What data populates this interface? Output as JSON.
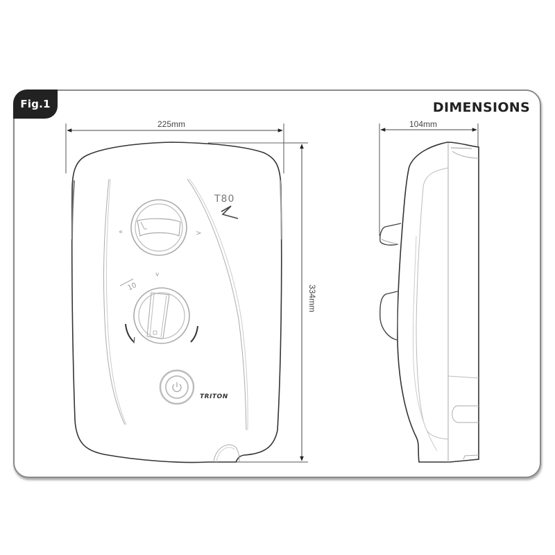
{
  "figure": {
    "label": "Fig.1",
    "title": "DIMENSIONS"
  },
  "dimensions": {
    "width": "225mm",
    "height": "334mm",
    "depth": "104mm"
  },
  "front_view": {
    "model_label": "T80",
    "brand_label": "TRITON",
    "controls": [
      {
        "name": "temperature-knob"
      },
      {
        "name": "power-mode-knob"
      },
      {
        "name": "on-off-button"
      }
    ]
  },
  "colors": {
    "outline": "#333333",
    "light_line": "#b5b5b5",
    "tab_background": "#222222",
    "panel_border": "#8a8a8a"
  }
}
